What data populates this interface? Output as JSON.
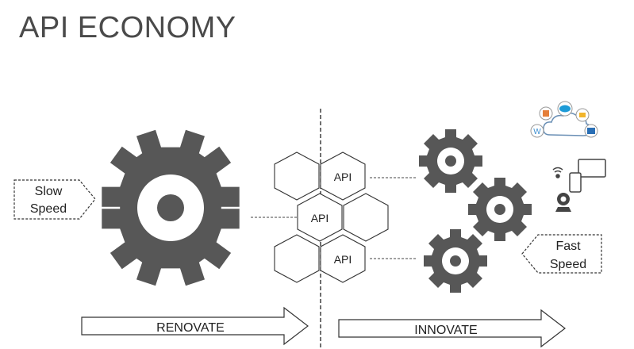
{
  "title": "API ECONOMY",
  "labels": {
    "slow_line1": "Slow",
    "slow_line2": "Speed",
    "fast_line1": "Fast",
    "fast_line2": "Speed",
    "renovate": "RENOVATE",
    "innovate": "INNOVATE"
  },
  "api_hexes": [
    "API",
    "API",
    "API"
  ],
  "icons": [
    "cloud-apps-icon",
    "devices-icon"
  ],
  "colors": {
    "gear": "#575757",
    "text": "#4a4a4a"
  }
}
